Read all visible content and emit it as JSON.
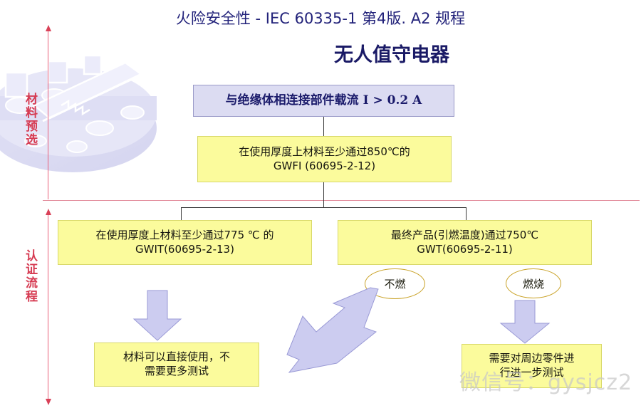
{
  "header": {
    "title": "火险安全性 - IEC 60335-1 第4版. A2 规程",
    "subtitle": "无人值守电器"
  },
  "phases": [
    {
      "id": "material-preselection",
      "label": "材料预选"
    },
    {
      "id": "certification-process",
      "label": "认证流程"
    }
  ],
  "nodes": {
    "current_requirement": {
      "text": "与绝缘体相连接部件载流 I > 0.2 A",
      "style": "lavender"
    },
    "gwfi_test": {
      "text": "在使用厚度上材料至少通过850℃的\nGWFI (60695-2-12)",
      "style": "yellow"
    },
    "gwit_test": {
      "text": "在使用厚度上材料至少通过775 ℃ 的\nGWIT(60695-2-13)",
      "style": "yellow"
    },
    "gwt_test": {
      "text": "最终产品(引燃温度)通过750℃\nGWT(60695-2-11)",
      "style": "yellow"
    },
    "result_no_more_tests": {
      "text": "材料可以直接使用，不\n需要更多测试",
      "style": "yellow"
    },
    "result_further_tests": {
      "text": "需要对周边零件进\n行进一步测试",
      "style": "yellow"
    }
  },
  "decisions": [
    {
      "id": "non-flammable",
      "label": "不燃"
    },
    {
      "id": "burning",
      "label": "燃烧"
    }
  ],
  "watermark": {
    "text": "微信号：gysjcz2"
  },
  "colors": {
    "lavender_fill": "#dcdcf2",
    "lavender_border": "#9a9ac8",
    "yellow_fill": "#fbfb9c",
    "yellow_border": "#d8d86a",
    "title_blue": "#22227a",
    "phase_red": "#d63b52",
    "oval_gold": "#c9a227",
    "arrow_fill": "#ccccf0"
  }
}
